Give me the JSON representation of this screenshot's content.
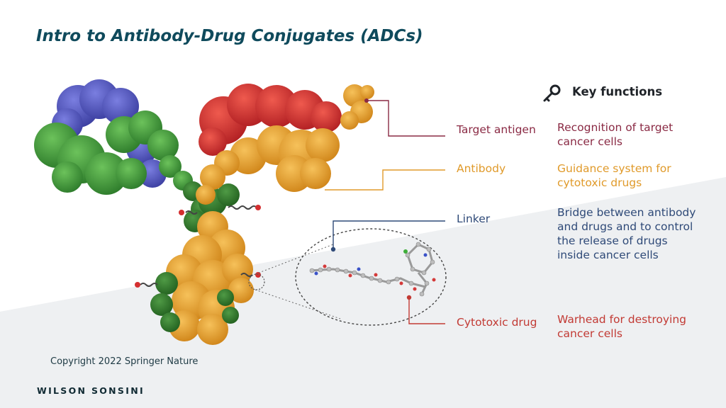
{
  "slide": {
    "title": "Intro to Antibody-Drug Conjugates (ADCs)",
    "key_functions_heading": "Key functions",
    "copyright": "Copyright 2022 Springer Nature",
    "brand": "WILSON SONSINI"
  },
  "components": [
    {
      "label": "Target antigen",
      "color": "#8a2a44",
      "function_lines": [
        "Recognition of target",
        "cancer cells"
      ]
    },
    {
      "label": "Antibody",
      "color": "#e09a2a",
      "function_lines": [
        "Guidance system for",
        "cytotoxic drugs"
      ]
    },
    {
      "label": "Linker",
      "color": "#2f4a78",
      "function_lines": [
        "Bridge between antibody",
        "and drugs and to control",
        "the release of drugs",
        "inside cancer cells"
      ]
    },
    {
      "label": "Cytotoxic drug",
      "color": "#c23a34",
      "function_lines": [
        "Warhead for destroying",
        "cancer cells"
      ]
    }
  ],
  "colors": {
    "title": "#0f4a5c",
    "green_chain": "#3f9a3a",
    "purple_chain": "#5a5cc0",
    "red_chain": "#d42f30",
    "orange_chain": "#eaa22e"
  },
  "icons": {
    "key_functions": "key-icon"
  }
}
